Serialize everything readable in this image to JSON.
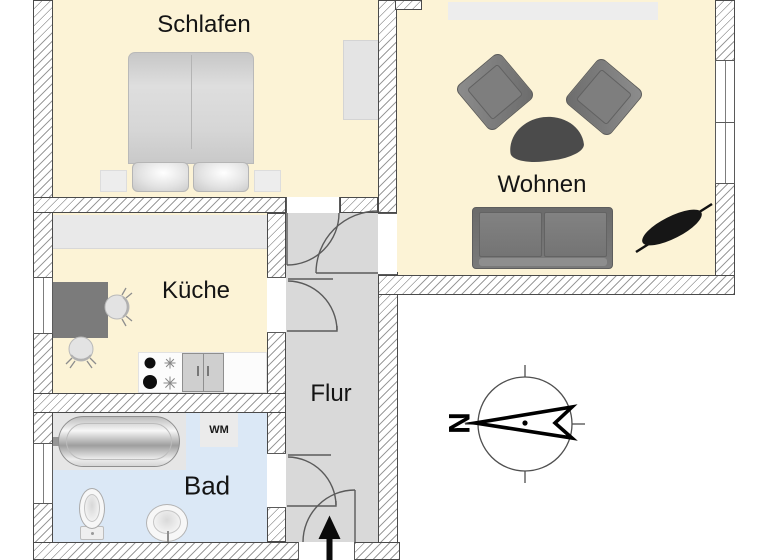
{
  "rooms": {
    "schlafen": {
      "label": "Schlafen"
    },
    "wohnen": {
      "label": "Wohnen"
    },
    "kueche": {
      "label": "Küche"
    },
    "flur": {
      "label": "Flur"
    },
    "bad": {
      "label": "Bad",
      "wm_label": "WM"
    }
  },
  "compass": {
    "letter": "N",
    "orientation": "north-points-left"
  },
  "colors": {
    "room_fill": "#fcf3d6",
    "hall_fill": "#d9d9d9",
    "bath_fill": "#dbe8f6",
    "wall_outline": "#4a4a4a",
    "hatch_line": "#9b9b9b",
    "furniture_dark": "#4b4b4b",
    "furniture_gray": "#757575",
    "furniture_light": "#ececec"
  }
}
